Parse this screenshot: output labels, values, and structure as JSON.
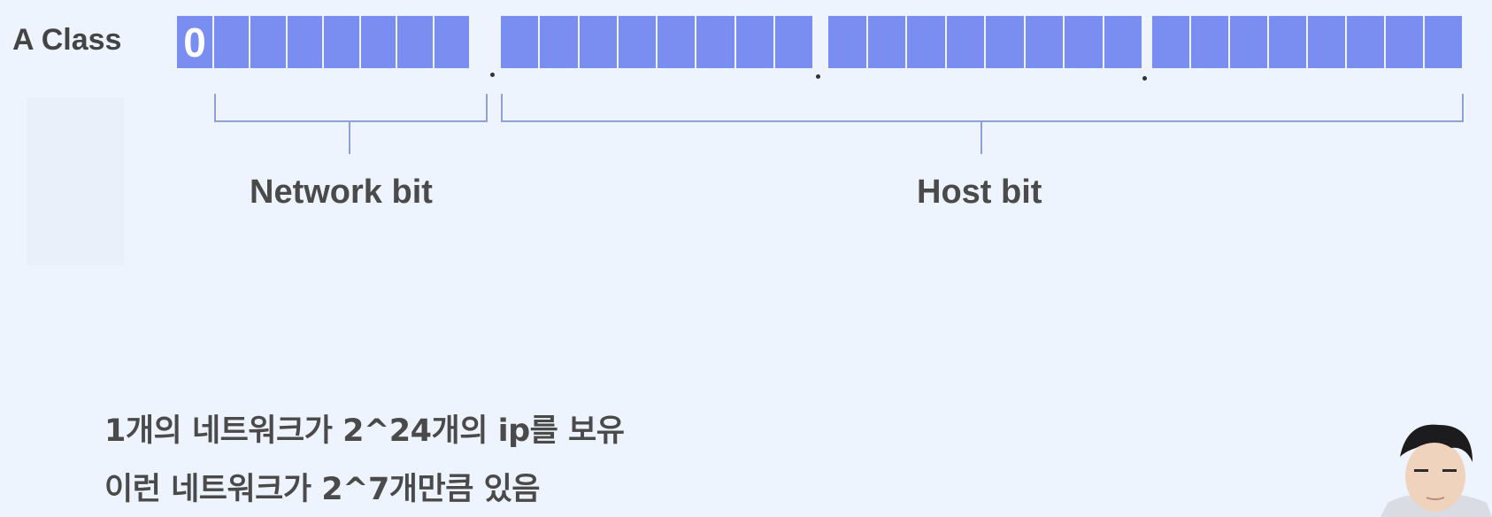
{
  "diagram": {
    "class_label": "A Class",
    "first_bit_value": "0",
    "octets": [
      8,
      8,
      8,
      8
    ],
    "network_label": "Network bit",
    "host_label": "Host bit"
  },
  "notes": [
    "1개의 네트워크가 2^24개의 ip를 보유",
    "이런 네트워크가 2^7개만큼 있음"
  ],
  "colors": {
    "bit_fill": "#7a8ef2",
    "bracket": "#8ea1d4",
    "background": "#eef4fd"
  },
  "presenter": {
    "icon": "presenter-webcam"
  }
}
